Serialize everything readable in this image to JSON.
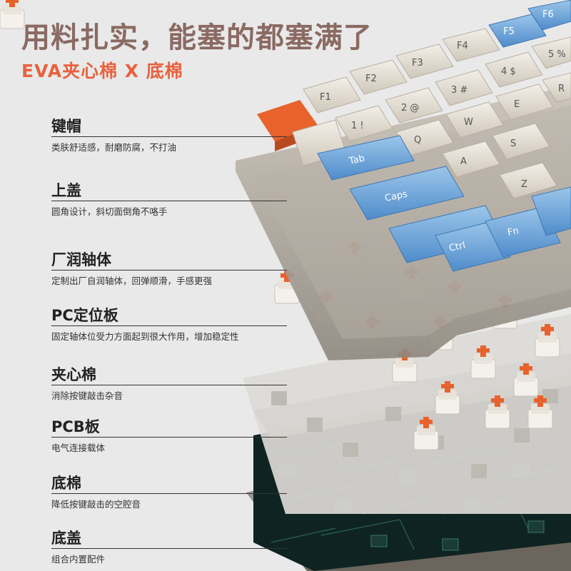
{
  "headline": "用料扎实，能塞的都塞满了",
  "subline": "EVA夹心棉  X  底棉",
  "layers": [
    {
      "title": "键帽",
      "desc": "类肤舒适感，耐磨防腐，不打油"
    },
    {
      "title": "上盖",
      "desc": "圆角设计，斜切面倒角不咯手"
    },
    {
      "title": "厂润轴体",
      "desc": "定制出厂自润轴体，回弹顺滑，手感更强"
    },
    {
      "title": "PC定位板",
      "desc": "固定轴体位受力方面起到很大作用，增加稳定性"
    },
    {
      "title": "夹心棉",
      "desc": "消除按键敲击杂音"
    },
    {
      "title": "PCB板",
      "desc": "电气连接载体"
    },
    {
      "title": "底棉",
      "desc": "降低按键敲击的空腔音"
    },
    {
      "title": "底盖",
      "desc": "组合内置配件"
    }
  ],
  "keys": {
    "f1": "F1",
    "f2": "F2",
    "f3": "F3",
    "f4": "F4",
    "f5": "F5",
    "f6": "F6",
    "n1": "1 !",
    "n2": "2 @",
    "n3": "3 #",
    "n4": "4 $",
    "n5": "5 %",
    "q": "Q",
    "w": "W",
    "e": "E",
    "r": "R",
    "a": "A",
    "s": "S",
    "z": "Z",
    "tab": "Tab",
    "caps": "Caps",
    "ctrl": "Ctrl",
    "fn": "Fn"
  },
  "colors": {
    "headline": "#8a6a62",
    "accent": "#e8623f",
    "keycap_blue": "#6ea7d8",
    "keycap_cream": "#e8e1d6",
    "switch_orange": "#e8622c"
  }
}
